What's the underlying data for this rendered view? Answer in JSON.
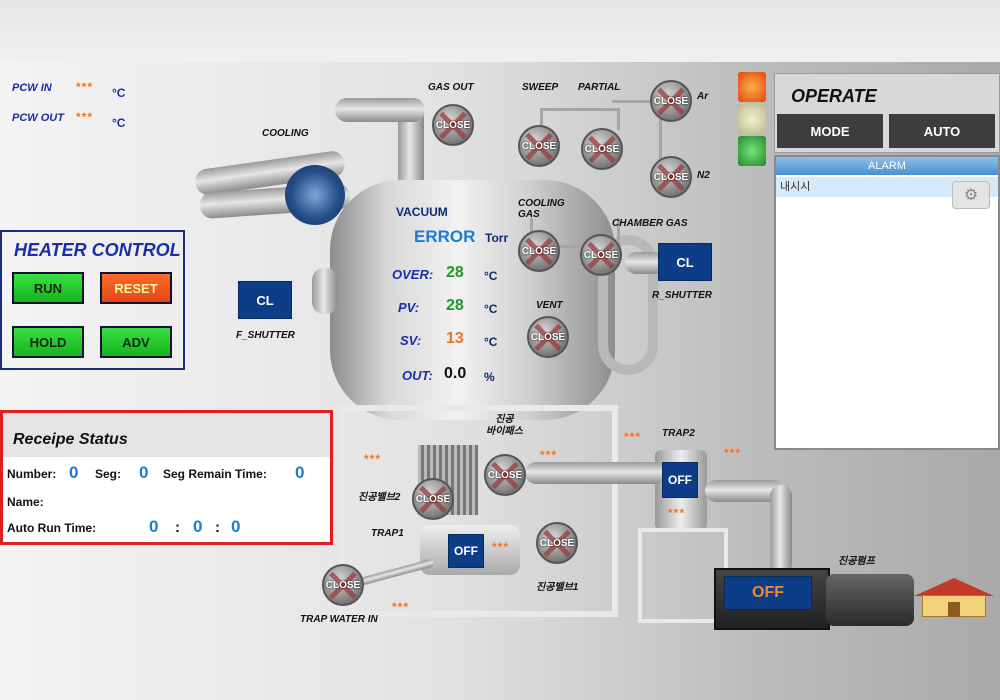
{
  "pcw": {
    "in_label": "PCW IN",
    "in_value": "***",
    "in_unit": "°C",
    "out_label": "PCW OUT",
    "out_value": "***",
    "out_unit": "°C"
  },
  "labels": {
    "cooling": "COOLING",
    "gas_out": "GAS OUT",
    "sweep": "SWEEP",
    "partial": "PARTIAL",
    "ar": "Ar",
    "n2": "N2",
    "cooling_gas": "COOLING\nGAS",
    "chamber_gas": "CHAMBER GAS",
    "vent": "VENT",
    "r_shutter": "R_SHUTTER",
    "f_shutter": "F_SHUTTER",
    "bypass": "진공\n바이패스",
    "trap2": "TRAP2",
    "valve2": "진공밸브2",
    "trap1": "TRAP1",
    "valve1": "진공밸브1",
    "trap_water_in": "TRAP WATER IN",
    "vacuum_pump": "진공펌프"
  },
  "valves": {
    "close": "CLOSE"
  },
  "shutters": {
    "f_shutter": "CL",
    "r_shutter": "CL"
  },
  "chamber": {
    "vacuum_label": "VACUUM",
    "vacuum_value": "ERROR",
    "vacuum_unit": "Torr",
    "over_label": "OVER:",
    "over_value": "28",
    "over_unit": "°C",
    "pv_label": "PV:",
    "pv_value": "28",
    "pv_unit": "°C",
    "sv_label": "SV:",
    "sv_value": "13",
    "sv_unit": "°C",
    "out_label": "OUT:",
    "out_value": "0.0",
    "out_unit": "%"
  },
  "stars": "***",
  "heater": {
    "title": "HEATER CONTROL",
    "run": "RUN",
    "reset": "RESET",
    "hold": "HOLD",
    "adv": "ADV"
  },
  "recipe": {
    "title": "Receipe Status",
    "number_label": "Number:",
    "number_value": "0",
    "seg_label": "Seg:",
    "seg_value": "0",
    "remain_label": "Seg Remain Time:",
    "remain_value": "0",
    "name_label": "Name:",
    "auto_label": "Auto Run Time:",
    "h": "0",
    "m": "0",
    "s": "0",
    "sep": ":"
  },
  "operate": {
    "title": "OPERATE",
    "mode": "MODE",
    "auto": "AUTO"
  },
  "alarm": {
    "title": "ALARM",
    "row": "내시시"
  },
  "traps": {
    "trap1": "OFF",
    "trap2": "OFF",
    "pump": "OFF"
  },
  "colors": {
    "accent_blue": "#1a2ea8",
    "value_green": "#1f9a2a",
    "value_orange": "#e9762b",
    "error_blue": "#1e7bd2",
    "panel_red": "#e02020"
  }
}
